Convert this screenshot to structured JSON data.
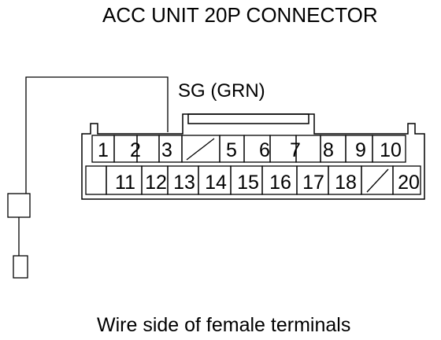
{
  "title": "ACC UNIT 20P CONNECTOR",
  "signal_label": "SG (GRN)",
  "caption": "Wire side of female terminals",
  "connector": {
    "top_row": [
      "1",
      "2",
      "3",
      "",
      "5",
      "6",
      "7",
      "8",
      "9",
      "10"
    ],
    "bottom_row": [
      "",
      "11",
      "12",
      "13",
      "14",
      "15",
      "16",
      "17",
      "18",
      "",
      "20"
    ]
  }
}
